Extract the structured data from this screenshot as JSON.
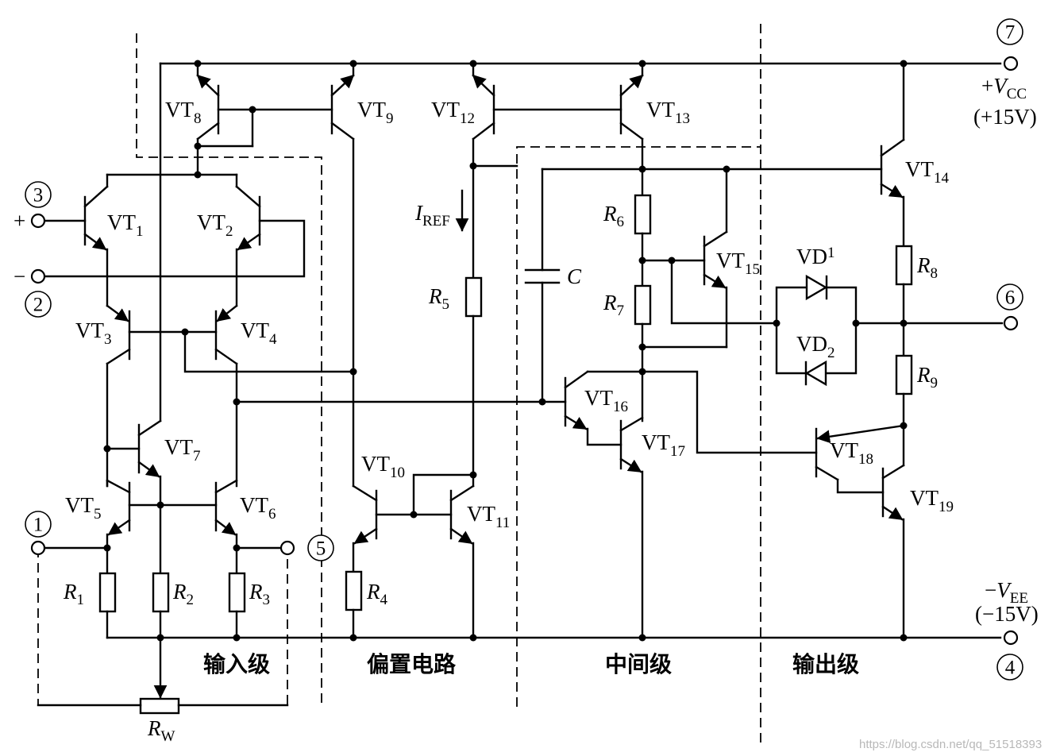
{
  "transistors": {
    "vt1": {
      "name": "VT",
      "sub": "1"
    },
    "vt2": {
      "name": "VT",
      "sub": "2"
    },
    "vt3": {
      "name": "VT",
      "sub": "3"
    },
    "vt4": {
      "name": "VT",
      "sub": "4"
    },
    "vt5": {
      "name": "VT",
      "sub": "5"
    },
    "vt6": {
      "name": "VT",
      "sub": "6"
    },
    "vt7": {
      "name": "VT",
      "sub": "7"
    },
    "vt8": {
      "name": "VT",
      "sub": "8"
    },
    "vt9": {
      "name": "VT",
      "sub": "9"
    },
    "vt10": {
      "name": "VT",
      "sub": "10"
    },
    "vt11": {
      "name": "VT",
      "sub": "11"
    },
    "vt12": {
      "name": "VT",
      "sub": "12"
    },
    "vt13": {
      "name": "VT",
      "sub": "13"
    },
    "vt14": {
      "name": "VT",
      "sub": "14"
    },
    "vt15": {
      "name": "VT",
      "sub": "15"
    },
    "vt16": {
      "name": "VT",
      "sub": "16"
    },
    "vt17": {
      "name": "VT",
      "sub": "17"
    },
    "vt18": {
      "name": "VT",
      "sub": "18"
    },
    "vt19": {
      "name": "VT",
      "sub": "19"
    }
  },
  "resistors": {
    "r1": {
      "name": "R",
      "sub": "1"
    },
    "r2": {
      "name": "R",
      "sub": "2"
    },
    "r3": {
      "name": "R",
      "sub": "3"
    },
    "r4": {
      "name": "R",
      "sub": "4"
    },
    "r5": {
      "name": "R",
      "sub": "5"
    },
    "r6": {
      "name": "R",
      "sub": "6"
    },
    "r7": {
      "name": "R",
      "sub": "7"
    },
    "r8": {
      "name": "R",
      "sub": "8"
    },
    "r9": {
      "name": "R",
      "sub": "9"
    },
    "rw": {
      "name": "R",
      "sub": "W"
    }
  },
  "diodes": {
    "vd1": {
      "name": "VD",
      "sub": "1"
    },
    "vd2": {
      "name": "VD",
      "sub": "2"
    }
  },
  "capacitor": {
    "name": "C"
  },
  "current": {
    "name": "I",
    "sub": "REF"
  },
  "pins": {
    "p1": "1",
    "p2": "2",
    "p3": "3",
    "p4": "4",
    "p5": "5",
    "p6": "6",
    "p7": "7"
  },
  "polarity": {
    "plus": "+",
    "minus": "−"
  },
  "supplies": {
    "vcc": {
      "sign": "+",
      "name": "V",
      "sub": "CC",
      "value": "(+15V)"
    },
    "vee": {
      "sign": "−",
      "name": "V",
      "sub": "EE",
      "value": "(−15V)"
    }
  },
  "sections": {
    "input": "输入级",
    "bias": "偏置电路",
    "middle": "中间级",
    "output": "输出级"
  },
  "watermark": "https://blog.csdn.net/qq_51518393"
}
